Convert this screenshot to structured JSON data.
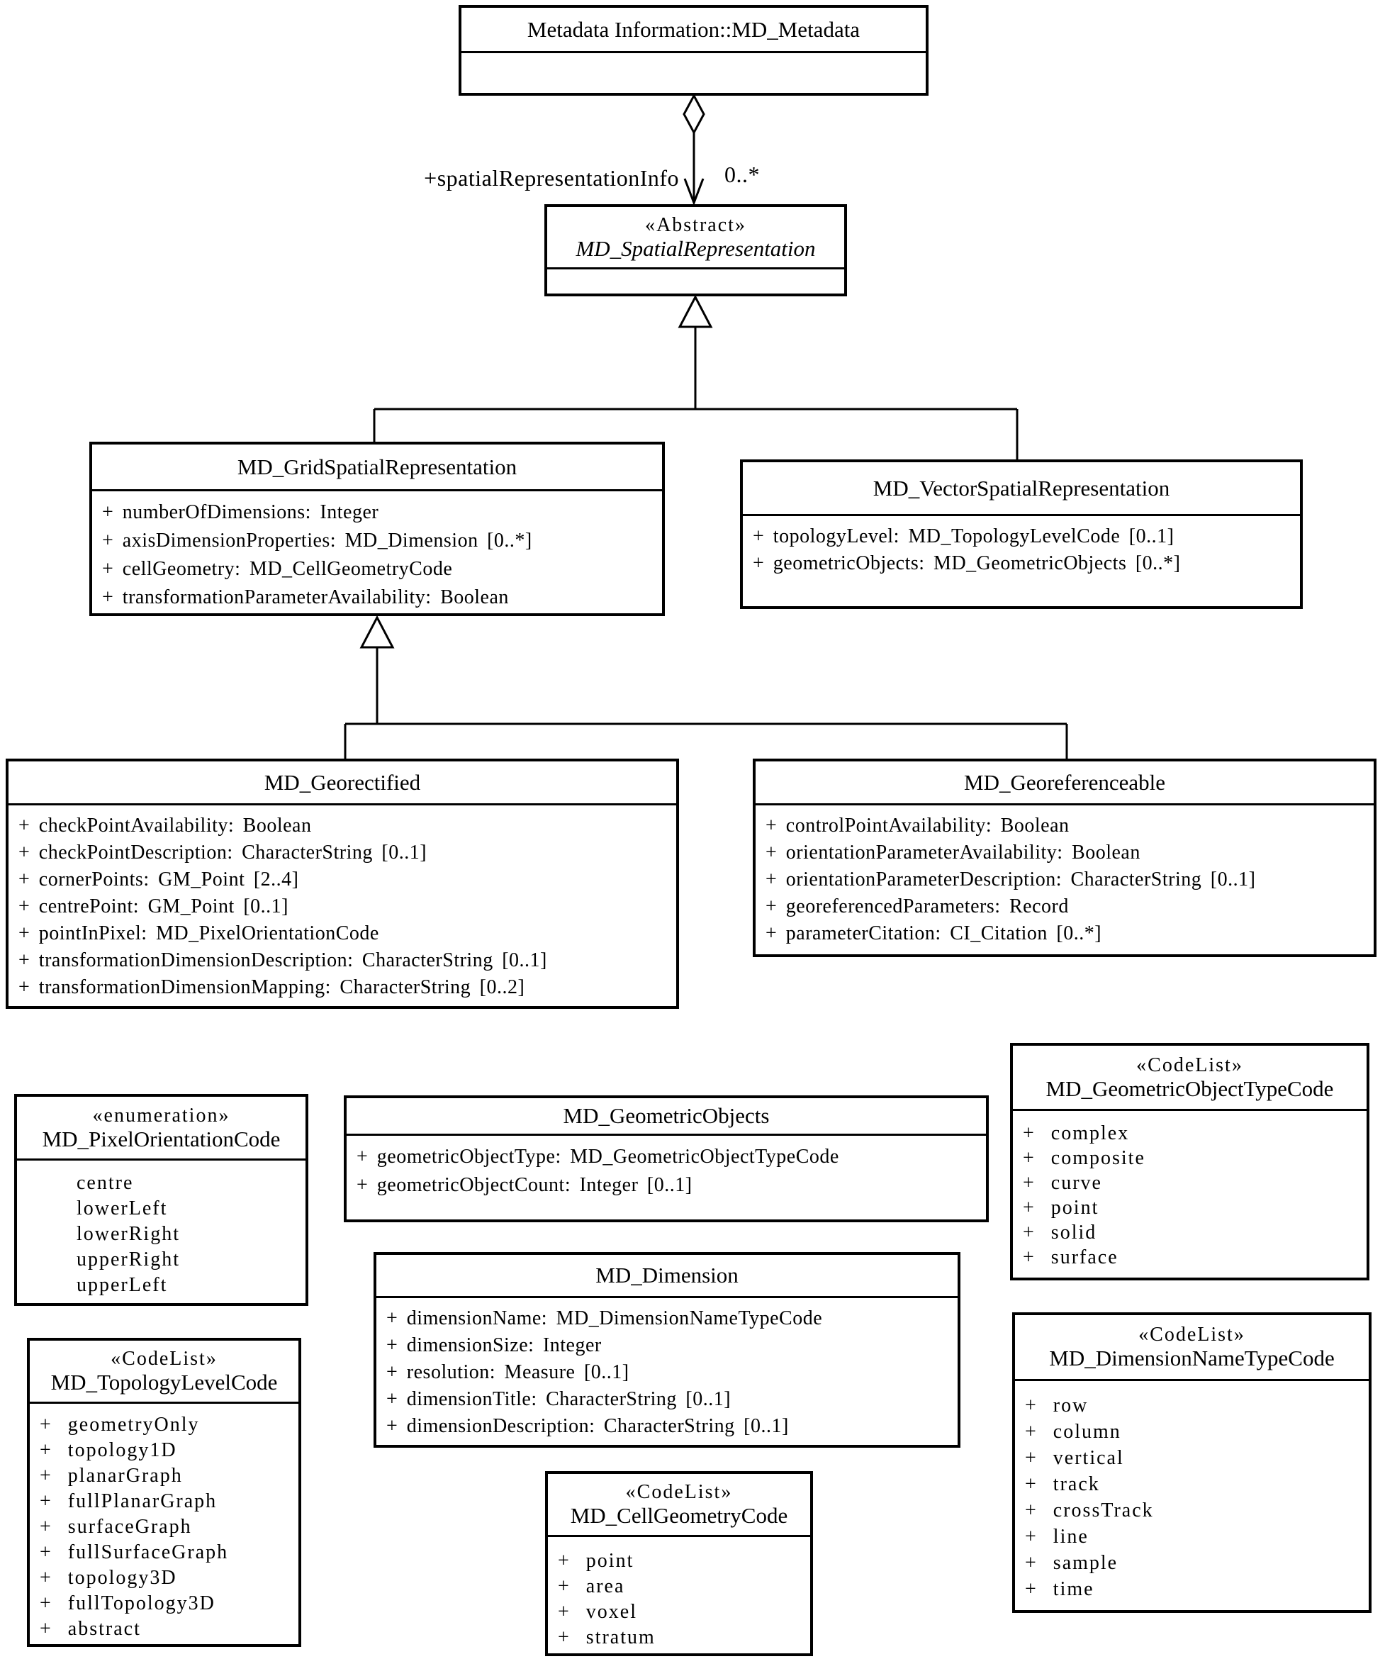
{
  "colors": {
    "line": "#000000",
    "background": "#ffffff",
    "text": "#000000"
  },
  "association": {
    "role_label": "+spatialRepresentationInfo",
    "multiplicity": "0..*"
  },
  "classes": {
    "md_metadata": {
      "title": "Metadata Information::MD_Metadata"
    },
    "md_spatial": {
      "stereotype": "«Abstract»",
      "title": "MD_SpatialRepresentation"
    },
    "md_grid": {
      "title": "MD_GridSpatialRepresentation",
      "attributes": [
        "+ numberOfDimensions: Integer",
        "+ axisDimensionProperties: MD_Dimension [0..*]",
        "+ cellGeometry: MD_CellGeometryCode",
        "+ transformationParameterAvailability: Boolean"
      ]
    },
    "md_vector": {
      "title": "MD_VectorSpatialRepresentation",
      "attributes": [
        "+ topologyLevel: MD_TopologyLevelCode [0..1]",
        "+ geometricObjects: MD_GeometricObjects [0..*]"
      ]
    },
    "md_georectified": {
      "title": "MD_Georectified",
      "attributes": [
        "+ checkPointAvailability: Boolean",
        "+ checkPointDescription: CharacterString [0..1]",
        "+ cornerPoints: GM_Point [2..4]",
        "+ centrePoint: GM_Point [0..1]",
        "+ pointInPixel: MD_PixelOrientationCode",
        "+ transformationDimensionDescription: CharacterString [0..1]",
        "+ transformationDimensionMapping: CharacterString [0..2]"
      ]
    },
    "md_georeferenceable": {
      "title": "MD_Georeferenceable",
      "attributes": [
        "+ controlPointAvailability: Boolean",
        "+ orientationParameterAvailability: Boolean",
        "+ orientationParameterDescription: CharacterString [0..1]",
        "+ georeferencedParameters: Record",
        "+ parameterCitation: CI_Citation [0..*]"
      ]
    },
    "pixel_code": {
      "stereotype": "«enumeration»",
      "title": "MD_PixelOrientationCode",
      "values": [
        "centre",
        "lowerLeft",
        "lowerRight",
        "upperRight",
        "upperLeft"
      ]
    },
    "topology_code": {
      "stereotype": "«CodeList»",
      "title": "MD_TopologyLevelCode",
      "values": [
        "+ geometryOnly",
        "+ topology1D",
        "+ planarGraph",
        "+ fullPlanarGraph",
        "+ surfaceGraph",
        "+ fullSurfaceGraph",
        "+ topology3D",
        "+ fullTopology3D",
        "+ abstract"
      ]
    },
    "geom_objects": {
      "title": "MD_GeometricObjects",
      "attributes": [
        "+ geometricObjectType: MD_GeometricObjectTypeCode",
        "+ geometricObjectCount: Integer [0..1]"
      ]
    },
    "dimension": {
      "title": "MD_Dimension",
      "attributes": [
        "+ dimensionName: MD_DimensionNameTypeCode",
        "+ dimensionSize: Integer",
        "+ resolution: Measure [0..1]",
        "+ dimensionTitle: CharacterString [0..1]",
        "+ dimensionDescription: CharacterString [0..1]"
      ]
    },
    "cell_code": {
      "stereotype": "«CodeList»",
      "title": "MD_CellGeometryCode",
      "values": [
        "+ point",
        "+ area",
        "+ voxel",
        "+ stratum"
      ]
    },
    "geom_type_code": {
      "stereotype": "«CodeList»",
      "title": "MD_GeometricObjectTypeCode",
      "values": [
        "+ complex",
        "+ composite",
        "+ curve",
        "+ point",
        "+ solid",
        "+ surface"
      ]
    },
    "dim_name_code": {
      "stereotype": "«CodeList»",
      "title": "MD_DimensionNameTypeCode",
      "values": [
        "+ row",
        "+ column",
        "+ vertical",
        "+ track",
        "+ crossTrack",
        "+ line",
        "+ sample",
        "+ time"
      ]
    }
  }
}
